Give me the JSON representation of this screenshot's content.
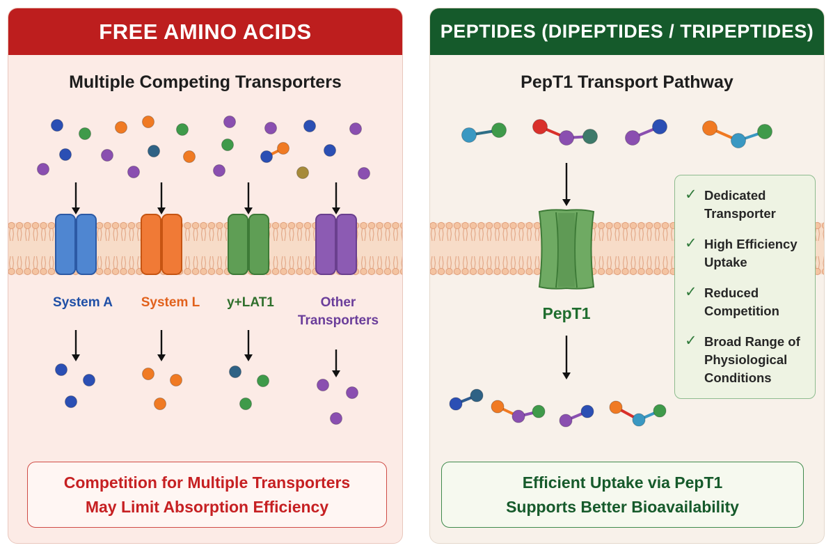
{
  "left_panel": {
    "banner": "FREE AMINO ACIDS",
    "subtitle": "Multiple Competing Transporters",
    "transporters": [
      {
        "label": "System A",
        "color": "#1f4fa6",
        "fill": "#4f86d1"
      },
      {
        "label": "System L",
        "color": "#e1611c",
        "fill": "#f07a36"
      },
      {
        "label": "y+LAT1",
        "color": "#2f6f2c",
        "fill": "#5f9e55"
      },
      {
        "label": "Other Transporters",
        "color": "#6a3d9a",
        "fill": "#8c5bb3"
      }
    ],
    "footer": [
      "Competition for Multiple Transporters",
      "May Limit Absorption Efficiency"
    ]
  },
  "right_panel": {
    "banner": "PEPTIDES (DIPEPTIDES / TRIPEPTIDES)",
    "subtitle": "PepT1 Transport Pathway",
    "transporter_label": "PepT1",
    "benefits": [
      "Dedicated Transporter",
      "High Efficiency Uptake",
      "Reduced Competition",
      "Broad Range of Physiological Conditions"
    ],
    "check_glyph": "✓",
    "footer": [
      "Efficient Uptake via PepT1",
      "Supports Better Bioavailability"
    ]
  },
  "colors": {
    "red_banner": "#bd1e1e",
    "green_banner": "#155a2b",
    "membrane": "#f2c9a8",
    "blue": "#2b4fb4",
    "orange": "#f07a23",
    "green": "#3f9a4a",
    "purple": "#8a4fb0",
    "teal": "#3a98c2"
  }
}
